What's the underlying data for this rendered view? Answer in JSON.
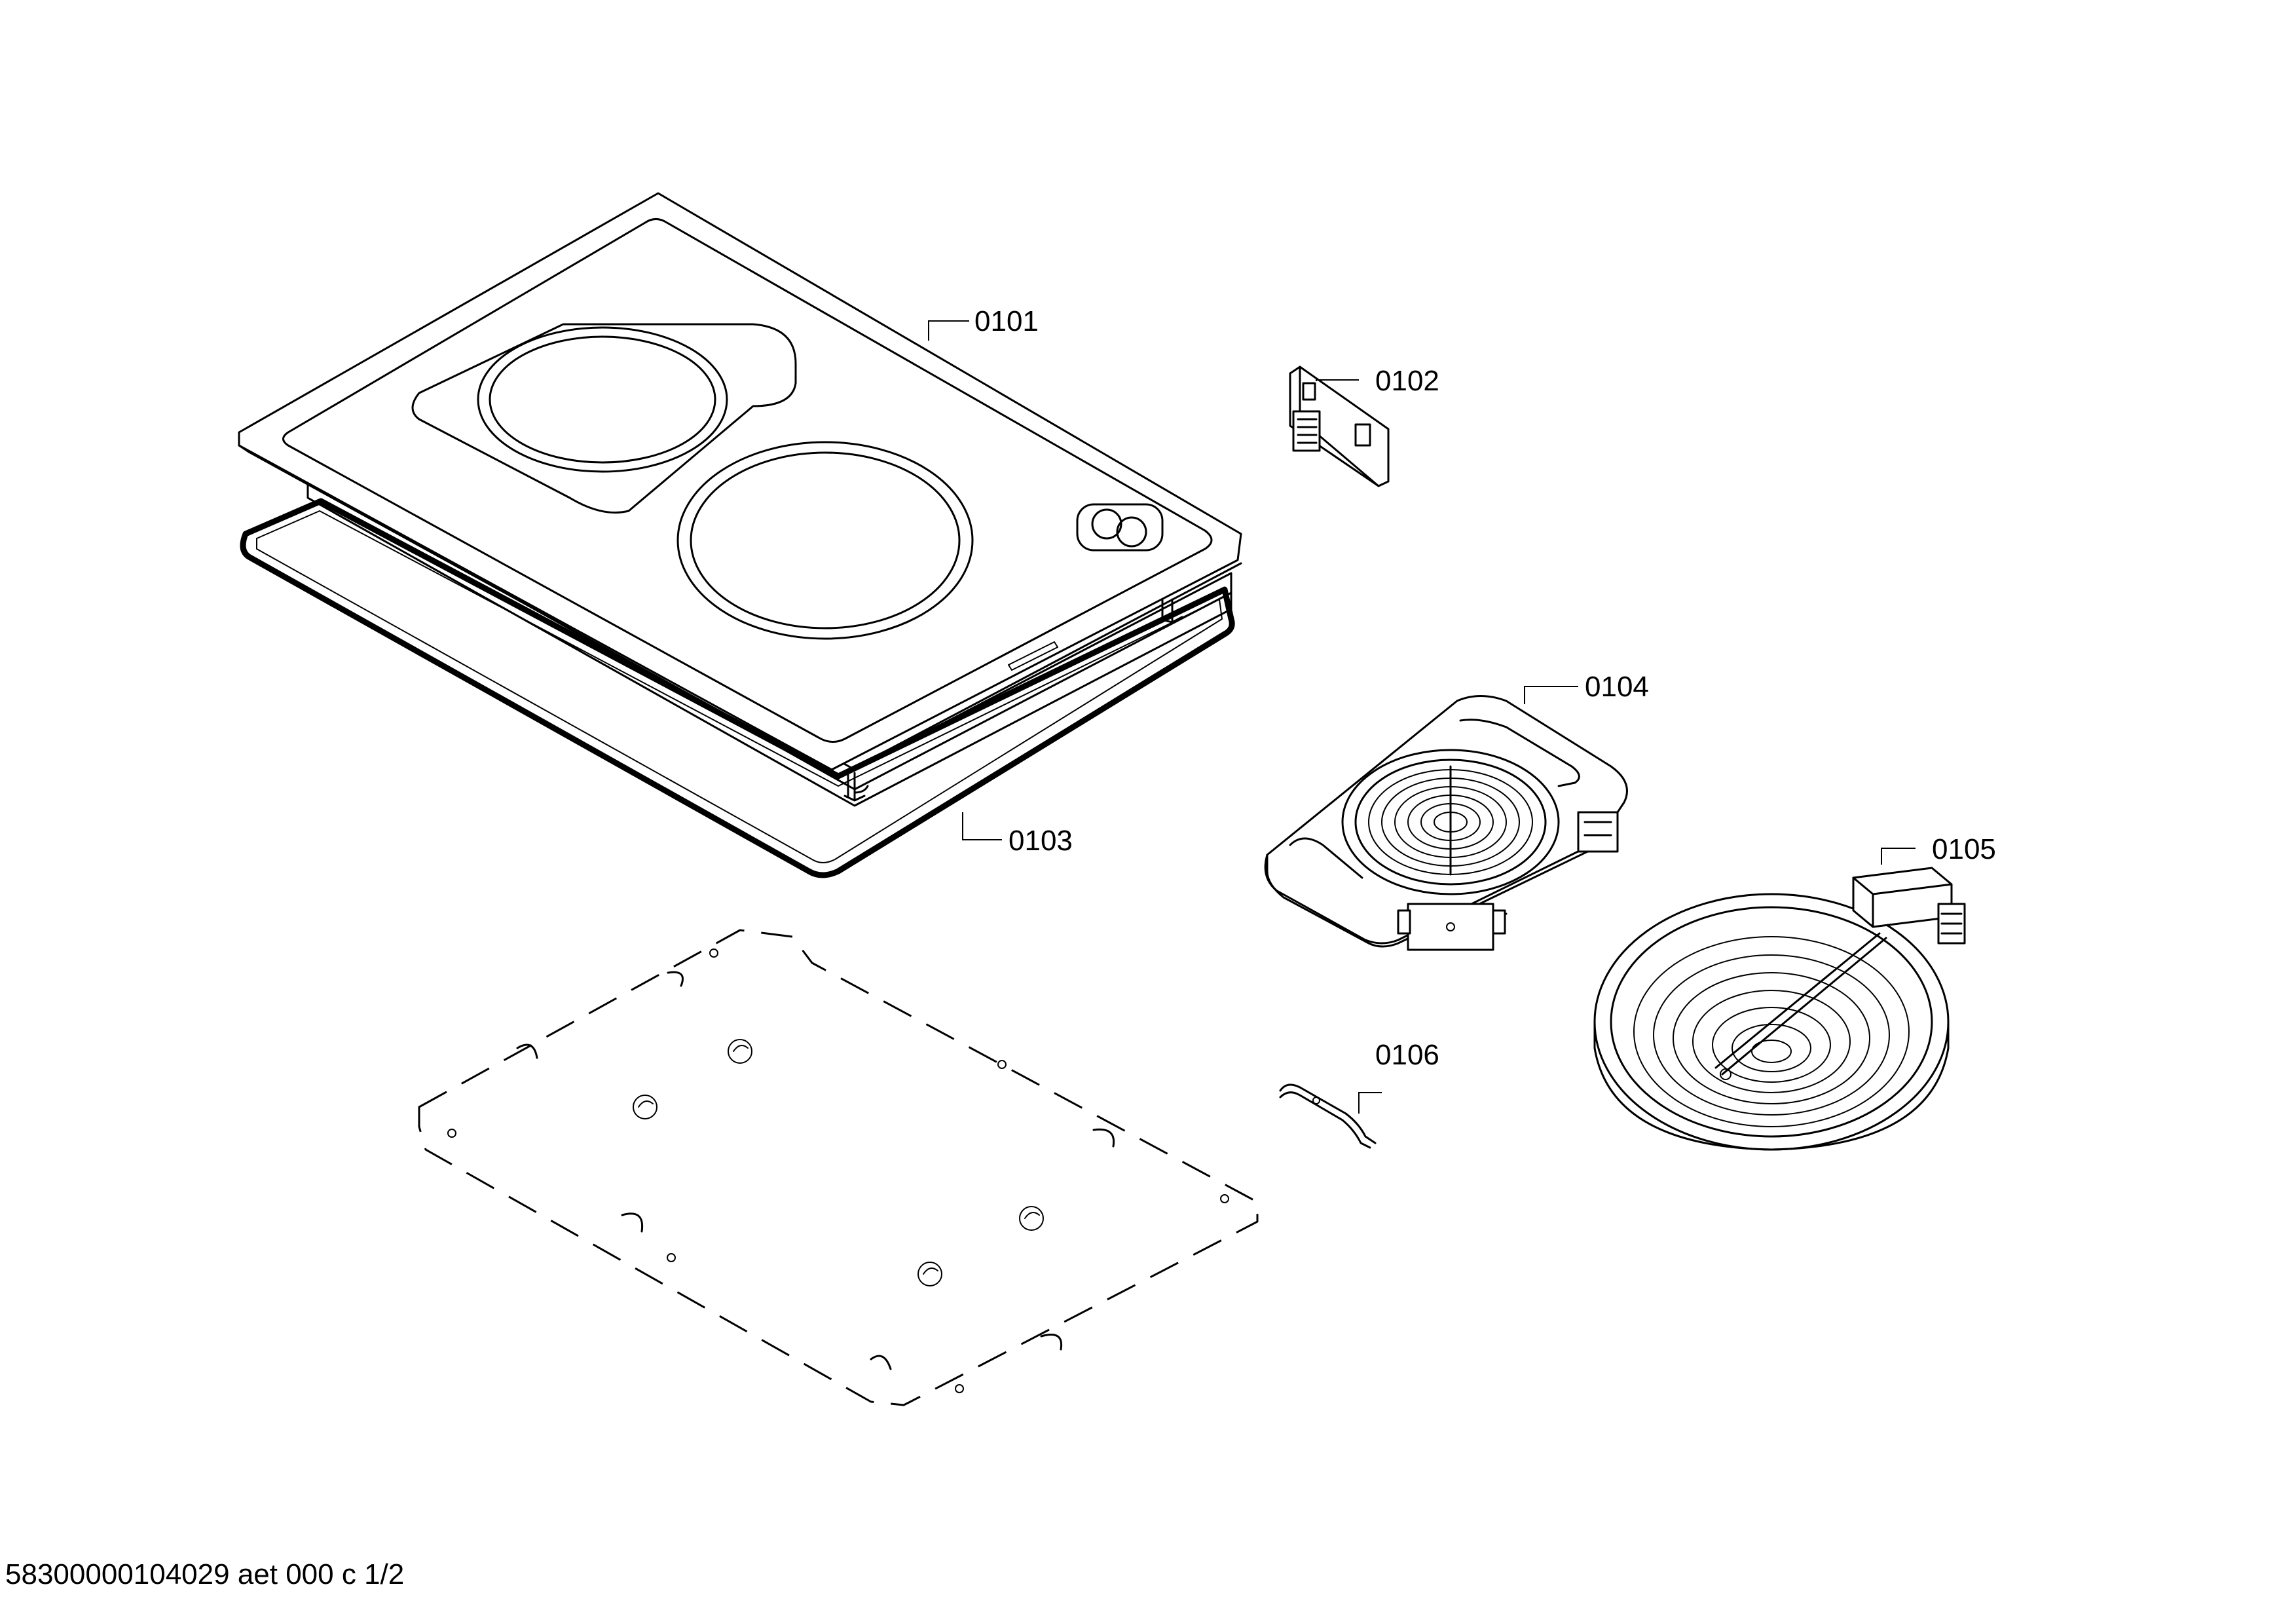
{
  "parts": [
    {
      "id": "0101",
      "label": "0101",
      "name": "ceramic-hob-top-glass"
    },
    {
      "id": "0102",
      "label": "0102",
      "name": "control-circuit-board"
    },
    {
      "id": "0103",
      "label": "0103",
      "name": "hob-seal-gasket"
    },
    {
      "id": "0104",
      "label": "0104",
      "name": "dual-radiant-heater"
    },
    {
      "id": "0105",
      "label": "0105",
      "name": "round-radiant-heater"
    },
    {
      "id": "0106",
      "label": "0106",
      "name": "retaining-clip"
    }
  ],
  "footer": {
    "document_code": "58300000104029 aet 000 c 1/2"
  }
}
